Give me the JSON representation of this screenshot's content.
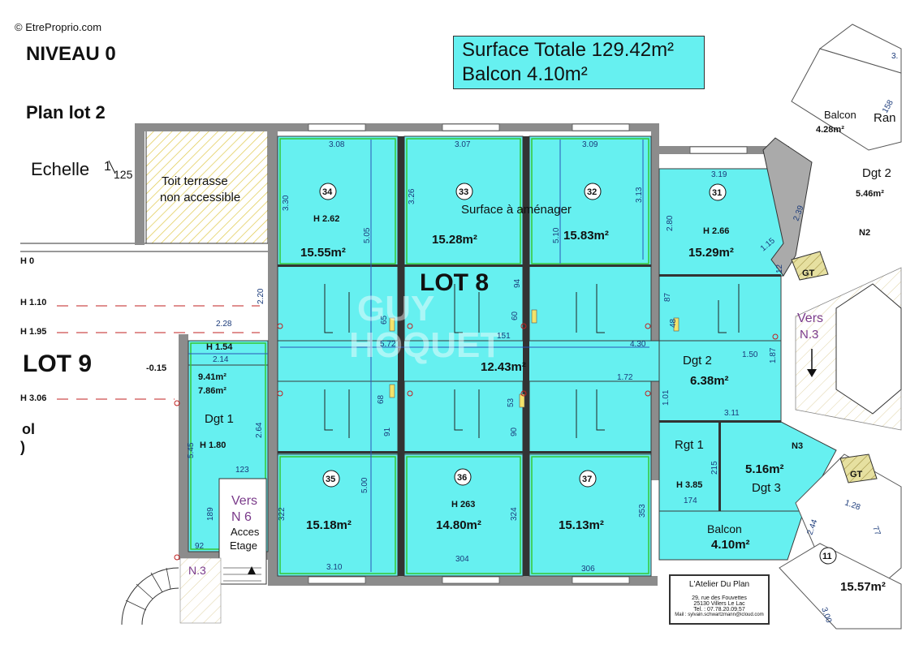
{
  "watermark": "© EtreProprio.com",
  "header": {
    "level": "NIVEAU 0",
    "lot_plan": "Plan lot 2",
    "scale_word": "Echelle",
    "scale_num": "1",
    "scale_den": "125"
  },
  "summary": {
    "total": "Surface Totale 129.42m²",
    "balcony": "Balcon 4.10m²"
  },
  "lots": {
    "lot8": "LOT 8",
    "lot9": "LOT 9"
  },
  "terrace": {
    "line1": "Toit terrasse",
    "line2": "non accessible"
  },
  "rooms": [
    {
      "num": "34",
      "height": "H  2.62",
      "area": "15.55m²"
    },
    {
      "num": "33",
      "area": "15.28m²",
      "label": "Surface à aménager"
    },
    {
      "num": "32",
      "area": "15.83m²"
    },
    {
      "num": "31",
      "height": "H  2.66",
      "area": "15.29m²"
    },
    {
      "num": "35",
      "area": "15.18m²"
    },
    {
      "num": "36",
      "height": "H  263",
      "area": "14.80m²"
    },
    {
      "num": "37",
      "area": "15.13m²"
    },
    {
      "num": "11",
      "area": "15.57m²"
    }
  ],
  "corridor": {
    "area": "12.43m²"
  },
  "dgt2": {
    "name": "Dgt 2",
    "area": "6.38m²"
  },
  "dgt3": {
    "name": "Dgt 3",
    "area": "5.16m²"
  },
  "rgt1": {
    "name": "Rgt 1",
    "height": "H  3.85"
  },
  "balcony_bottom": {
    "name": "Balcon",
    "area": "4.10m²"
  },
  "left_wing": {
    "h154": "H  1.54",
    "area1": "9.41m²",
    "area2": "7.86m²",
    "dgt1": "Dgt 1",
    "h180": "H  1.80",
    "h0": "H  0",
    "h110": "H  1.10",
    "h195": "H  1.95",
    "h306": "H  3.06",
    "minus": "-0.15",
    "ol": "ol",
    "paren": ")"
  },
  "stairs_left": {
    "vers": "Vers",
    "level": "N 6",
    "acces": "Acces",
    "etage": "Etage",
    "n3": "N.3"
  },
  "stairs_right": {
    "vers": "Vers",
    "level": "N.3"
  },
  "right_wing": {
    "balcon": "Balcon",
    "balcon_area": "4.28m²",
    "ran": "Ran",
    "dgt2": "Dgt 2",
    "dgt2_area": "5.46m²",
    "n2": "N2",
    "n3": "N3",
    "gt1": "GT",
    "gt2": "GT"
  },
  "dims": {
    "d308": "3.08",
    "d307": "3.07",
    "d309": "3.09",
    "d319": "3.19",
    "d330": "3.30",
    "d326": "3.26",
    "d313": "3.13",
    "d280": "2.80",
    "d239": "2.39",
    "d505": "5.05",
    "d510": "5.10",
    "d115": "1.15",
    "d12": "12",
    "d220": "2.20",
    "d228": "2.28",
    "d214": "2.14",
    "d572": "5.72",
    "d430": "4.30",
    "d151": "151",
    "d150": "1.50",
    "d187": "1.87",
    "d172": "1.72",
    "d101": "1.01",
    "d311": "3.11",
    "d94": "94",
    "d60": "60",
    "d65": "65",
    "d87": "87",
    "d48": "48",
    "d68": "68",
    "d53": "53",
    "d91": "91",
    "d90": "90",
    "d264": "2.64",
    "d545": "5.45",
    "d123": "123",
    "d189": "189",
    "d92": "92",
    "d322": "322",
    "d500": "5.00",
    "d324": "324",
    "d353": "353",
    "d215": "215",
    "d174": "174",
    "d310": "3.10",
    "d304": "304",
    "d306": "306",
    "d128": "1.28",
    "d77": "77",
    "d244": "2.44",
    "d300": "3.00",
    "d3top": "3.",
    "d158": "158"
  },
  "stamp": {
    "company": "L'Atelier Du Plan",
    "street": "29, rue des Fouvettes",
    "city": "25130 Villers Le Lac",
    "tel": "Tel. : 07.78.20.09.57",
    "mail": "Mail : sylvain.schwartzmann@icloud.com"
  }
}
